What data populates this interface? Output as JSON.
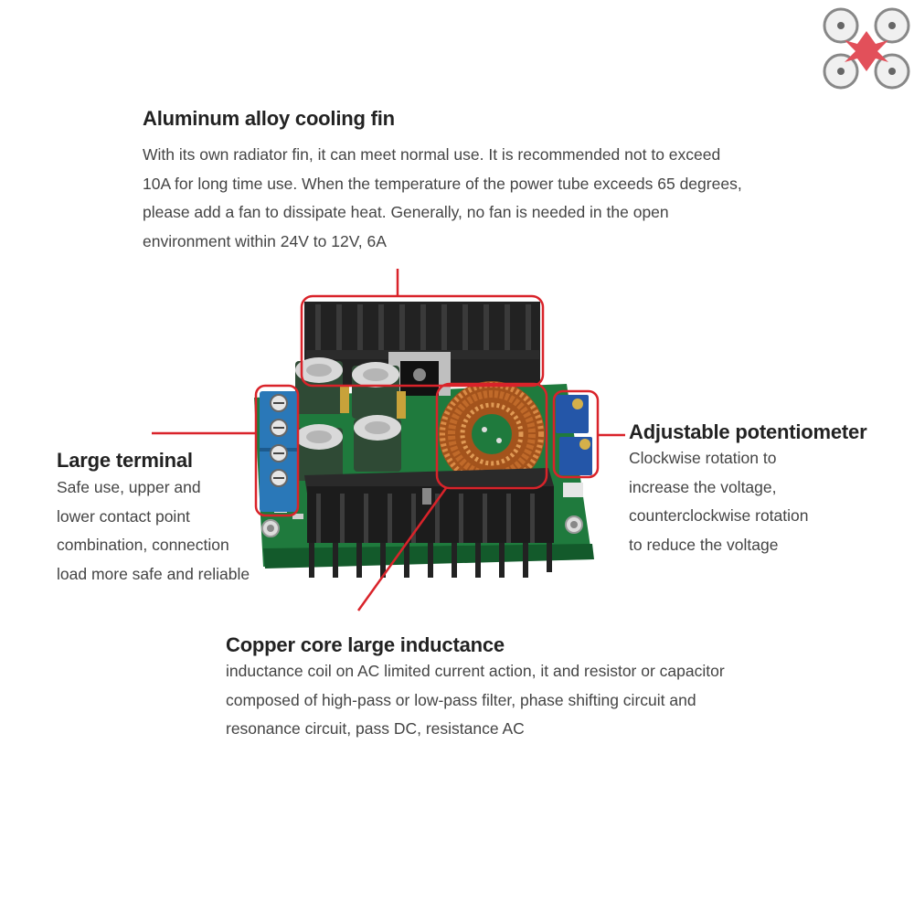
{
  "callouts": {
    "cooling_fin": {
      "title": "Aluminum alloy cooling fin",
      "lines": [
        "With its own radiator fin, it can meet normal use. It is recommended not to exceed",
        "10A for long time use. When the temperature of the power tube exceeds 65 degrees,",
        "please add a fan to dissipate heat. Generally, no fan is needed in the open",
        "environment within 24V to 12V, 6A"
      ]
    },
    "terminal": {
      "title": "Large terminal",
      "lines": [
        "Safe use, upper and",
        "lower contact point",
        "combination, connection",
        "load more safe and reliable"
      ]
    },
    "potentiometer": {
      "title": "Adjustable potentiometer",
      "lines": [
        "Clockwise rotation to",
        "increase the voltage,",
        "counterclockwise rotation",
        "to reduce the voltage"
      ]
    },
    "inductance": {
      "title": "Copper core large inductance",
      "lines": [
        "inductance coil on AC limited current action, it and resistor or capacitor",
        "composed of high-pass or low-pass filter, phase shifting circuit and",
        "resonance circuit, pass DC, resistance AC"
      ]
    }
  },
  "colors": {
    "highlight": "#d9232a",
    "board": "#1f7a3d",
    "heatsink": "#1c1c1c",
    "terminal": "#2a78b8",
    "capacitor": "#2f4a35",
    "copper": "#c06a2a",
    "trimmer": "#2456a8"
  }
}
